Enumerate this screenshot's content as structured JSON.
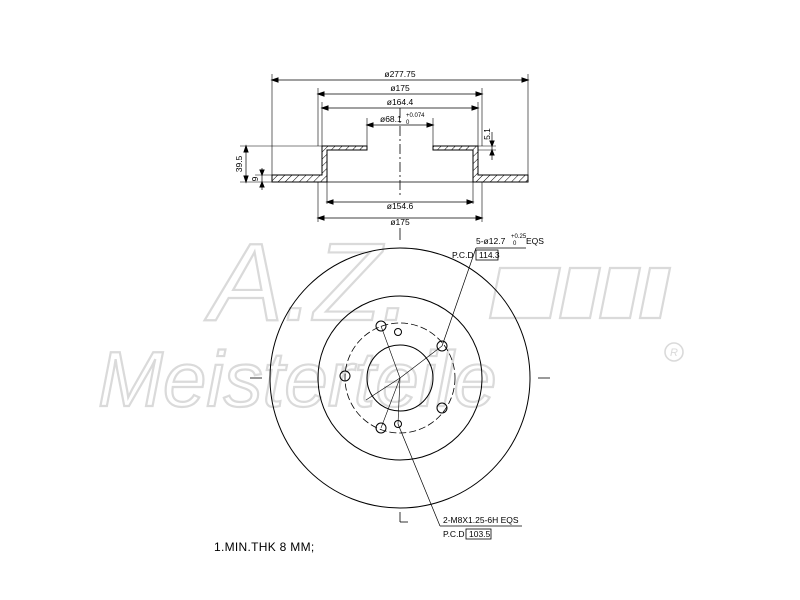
{
  "colors": {
    "line": "#000000",
    "hatch": "#000000",
    "watermark": "#d6d6d6"
  },
  "section_view": {
    "dims": {
      "outer_diameter": "ø277.75",
      "hat_diameter_top": "ø175",
      "inner_diameter": "ø164.4",
      "center_bore_base": "ø68.1",
      "center_bore_tol_upper": "+0.074",
      "center_bore_tol_lower": "0",
      "hat_thickness": "5.1",
      "overall_height": "39.5",
      "disc_thickness": "9",
      "hat_inner_bottom": "ø154.6",
      "hat_diameter_bottom": "ø175"
    }
  },
  "front_view": {
    "callouts": {
      "bolt_holes_prefix": "5-ø12.7",
      "bolt_holes_tol_upper": "+0.25",
      "bolt_holes_tol_lower": "0",
      "bolt_holes_suffix": "EQS",
      "bolt_pcd_label": "P.C.D",
      "bolt_pcd_value": "114.3",
      "thread_holes": "2-M8X1.25-6H EQS",
      "thread_pcd_label": "P.C.D",
      "thread_pcd_value": "103.5"
    }
  },
  "notes": {
    "min_thickness": "1.MIN.THK 8 MM;"
  },
  "watermark": {
    "logo_text": "A.Z.",
    "brand_text": "Meisterteile",
    "registered_mark": "R"
  }
}
